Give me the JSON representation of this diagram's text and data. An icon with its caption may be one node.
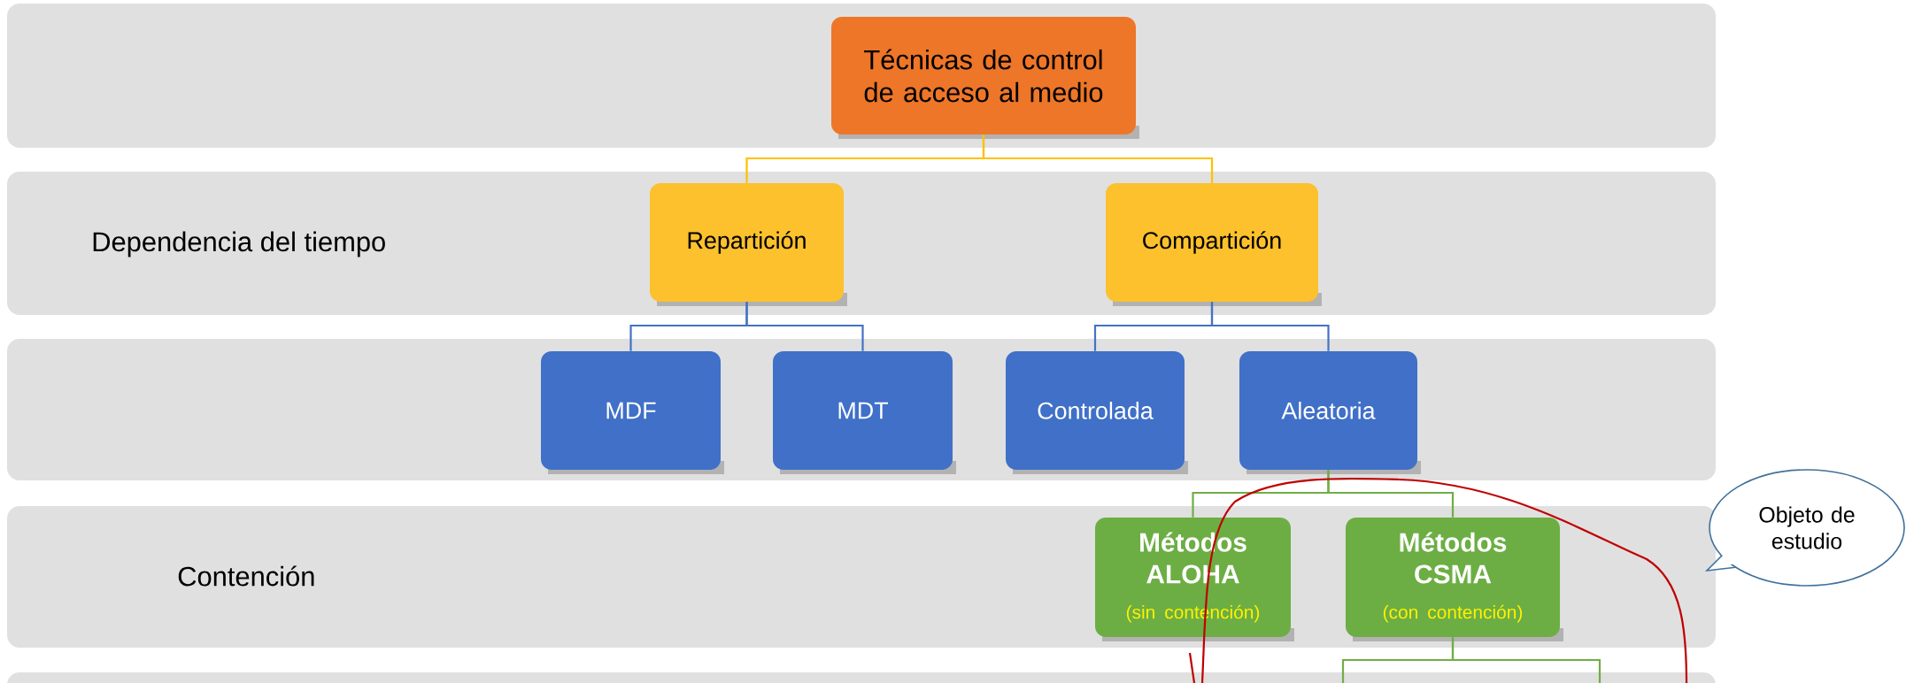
{
  "diagram": {
    "nodes": [
      {
        "text": [],
        "shape": "band"
      },
      {
        "text": [
          "Técnicas de control de acceso al medio"
        ],
        "in": 0
      },
      {
        "text": [
          "Dependencia del tiempo"
        ]
      },
      {
        "text": [
          "Repartición"
        ],
        "in": 2
      },
      {
        "text": [
          "Compartición"
        ],
        "in": 2
      },
      {
        "text": [],
        "shape": "band"
      },
      {
        "text": [
          "MDF"
        ],
        "in": 5
      },
      {
        "text": [
          "MDT"
        ],
        "in": 5
      },
      {
        "text": [
          "Controlada"
        ],
        "in": 5
      },
      {
        "text": [
          "Aleatoria"
        ],
        "in": 5
      },
      {
        "text": [
          "Contención"
        ]
      },
      {
        "text": [
          "Métodos ALOHA",
          "(sin contención)"
        ],
        "in": 10
      },
      {
        "text": [
          "Métodos CSMA",
          "(con contención)"
        ],
        "in": 10
      },
      {
        "text": [],
        "shape": "band"
      },
      {
        "text": [
          "Objeto de estudio"
        ]
      }
    ],
    "edges": [
      {
        "from": 1,
        "to": 3,
        "arrow": "none",
        "color": "#ffc000"
      },
      {
        "from": 1,
        "to": 4,
        "arrow": "none",
        "color": "#ffc000"
      },
      {
        "from": 3,
        "to": 6,
        "arrow": "none",
        "color": "#4472c4"
      },
      {
        "from": 3,
        "to": 7,
        "arrow": "none",
        "color": "#4472c4"
      },
      {
        "from": 4,
        "to": 8,
        "arrow": "none",
        "color": "#4472c4"
      },
      {
        "from": 4,
        "to": 9,
        "arrow": "none",
        "color": "#4472c4"
      },
      {
        "from": 9,
        "to": 11,
        "arrow": "none",
        "color": "#70ad47"
      },
      {
        "from": 9,
        "to": 12,
        "arrow": "none",
        "color": "#70ad47"
      },
      {
        "from": 12,
        "to": 13,
        "arrow": "none",
        "color": "#70ad47"
      },
      {
        "from": 12,
        "to": 13,
        "arrow": "none",
        "color": "#70ad47"
      }
    ]
  }
}
